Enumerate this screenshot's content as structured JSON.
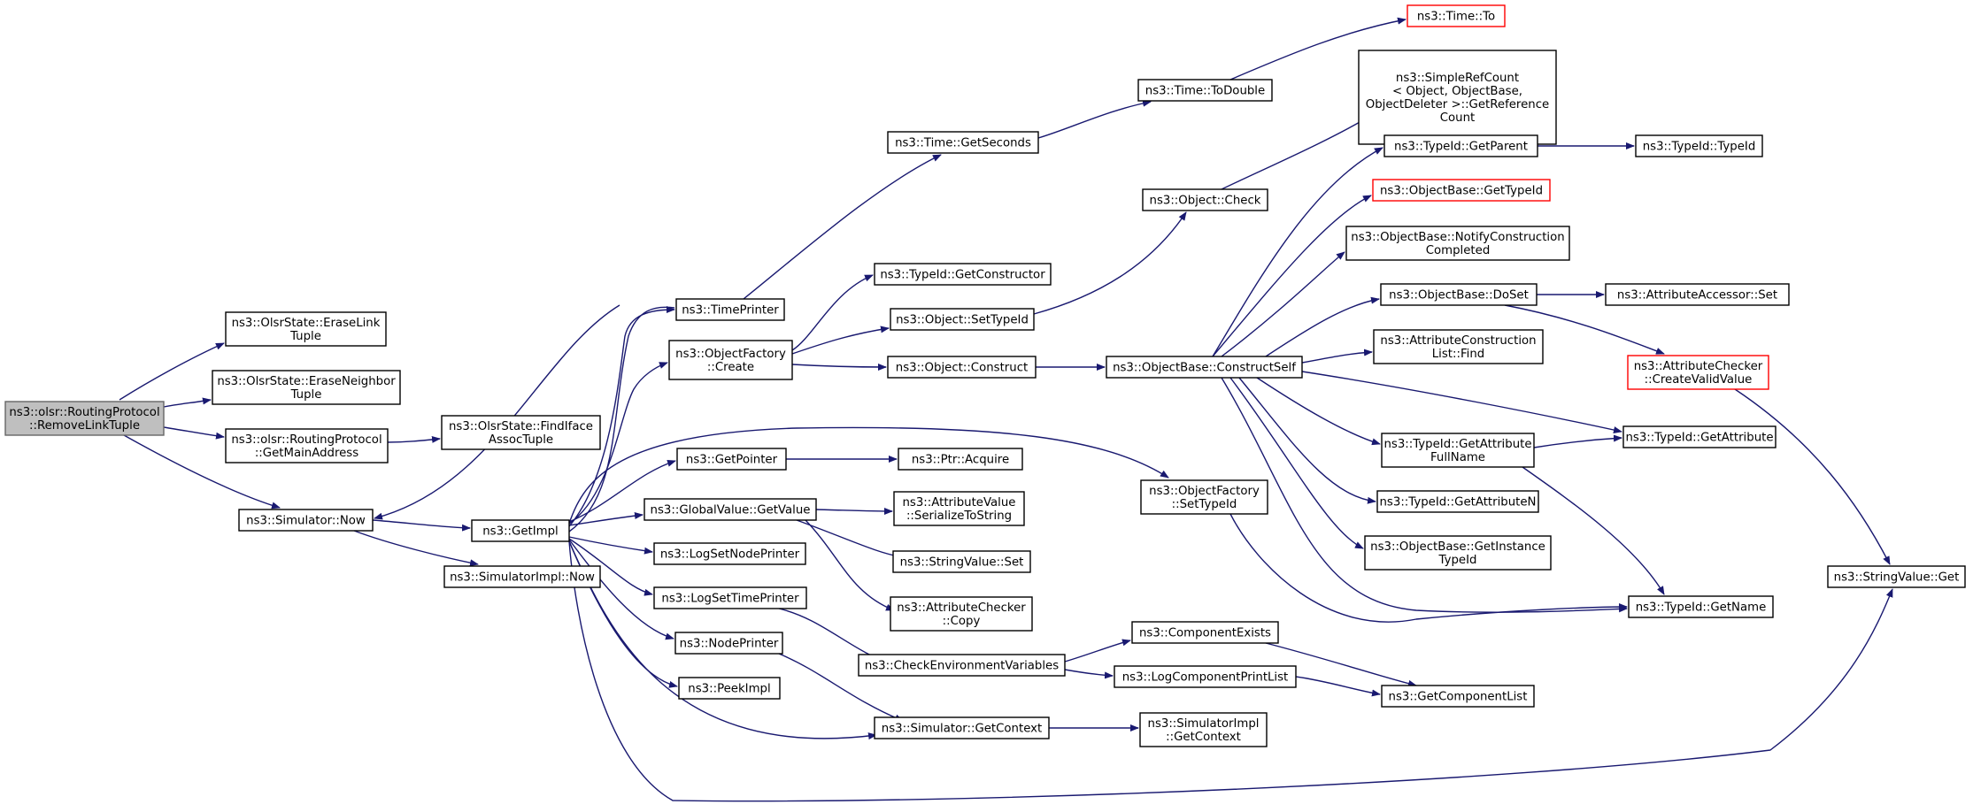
{
  "colors": {
    "edge": "#191970",
    "node_border": "#000000",
    "root_fill": "#bfbfbf",
    "root_border": "#666666",
    "missing_border": "#ff0000",
    "background": "#ffffff"
  },
  "nodes": [
    {
      "id": "root",
      "lines": [
        "ns3::olsr::RoutingProtocol",
        "::RemoveLinkTuple"
      ],
      "style": "root"
    },
    {
      "id": "eraseLinkTuple",
      "lines": [
        "ns3::OlsrState::EraseLink",
        "Tuple"
      ]
    },
    {
      "id": "eraseNeighborTuple",
      "lines": [
        "ns3::OlsrState::EraseNeighbor",
        "Tuple"
      ]
    },
    {
      "id": "getMainAddress",
      "lines": [
        "ns3::olsr::RoutingProtocol",
        "::GetMainAddress"
      ]
    },
    {
      "id": "findIfaceAssocTuple",
      "lines": [
        "ns3::OlsrState::FindIface",
        "AssocTuple"
      ]
    },
    {
      "id": "simulatorNow",
      "lines": [
        "ns3::Simulator::Now"
      ]
    },
    {
      "id": "getImpl",
      "lines": [
        "ns3::GetImpl"
      ]
    },
    {
      "id": "simulatorImplNow",
      "lines": [
        "ns3::SimulatorImpl::Now"
      ]
    },
    {
      "id": "timePrinter",
      "lines": [
        "ns3::TimePrinter"
      ]
    },
    {
      "id": "objectFactoryCreate",
      "lines": [
        "ns3::ObjectFactory",
        "::Create"
      ]
    },
    {
      "id": "getPointer",
      "lines": [
        "ns3::GetPointer"
      ]
    },
    {
      "id": "globalValueGetValue",
      "lines": [
        "ns3::GlobalValue::GetValue"
      ]
    },
    {
      "id": "logSetNodePrinter",
      "lines": [
        "ns3::LogSetNodePrinter"
      ]
    },
    {
      "id": "logSetTimePrinter",
      "lines": [
        "ns3::LogSetTimePrinter"
      ]
    },
    {
      "id": "nodePrinter",
      "lines": [
        "ns3::NodePrinter"
      ]
    },
    {
      "id": "peekImpl",
      "lines": [
        "ns3::PeekImpl"
      ]
    },
    {
      "id": "timeGetSeconds",
      "lines": [
        "ns3::Time::GetSeconds"
      ]
    },
    {
      "id": "typeIdGetConstructor",
      "lines": [
        "ns3::TypeId::GetConstructor"
      ]
    },
    {
      "id": "objectSetTypeId",
      "lines": [
        "ns3::Object::SetTypeId"
      ]
    },
    {
      "id": "objectConstruct",
      "lines": [
        "ns3::Object::Construct"
      ]
    },
    {
      "id": "ptrAcquire",
      "lines": [
        "ns3::Ptr::Acquire"
      ]
    },
    {
      "id": "attrValueSerialize",
      "lines": [
        "ns3::AttributeValue",
        "::SerializeToString"
      ]
    },
    {
      "id": "stringValueSet",
      "lines": [
        "ns3::StringValue::Set"
      ]
    },
    {
      "id": "attrCheckerCopy",
      "lines": [
        "ns3::AttributeChecker",
        "::Copy"
      ]
    },
    {
      "id": "checkEnvVars",
      "lines": [
        "ns3::CheckEnvironmentVariables"
      ]
    },
    {
      "id": "simulatorGetContext",
      "lines": [
        "ns3::Simulator::GetContext"
      ]
    },
    {
      "id": "timeToDouble",
      "lines": [
        "ns3::Time::ToDouble"
      ]
    },
    {
      "id": "timeTo",
      "lines": [
        "ns3::Time::To"
      ],
      "style": "missing"
    },
    {
      "id": "objectCheck",
      "lines": [
        "ns3::Object::Check"
      ]
    },
    {
      "id": "simpleRefCount",
      "lines": [
        "ns3::SimpleRefCount",
        "< Object, ObjectBase,",
        "ObjectDeleter >::GetReference",
        "Count"
      ]
    },
    {
      "id": "objectBaseConstructSelf",
      "lines": [
        "ns3::ObjectBase::ConstructSelf"
      ]
    },
    {
      "id": "objectFactorySetTypeId",
      "lines": [
        "ns3::ObjectFactory",
        "::SetTypeId"
      ]
    },
    {
      "id": "componentExists",
      "lines": [
        "ns3::ComponentExists"
      ]
    },
    {
      "id": "logComponentPrintList",
      "lines": [
        "ns3::LogComponentPrintList"
      ]
    },
    {
      "id": "simulatorImplGetContext",
      "lines": [
        "ns3::SimulatorImpl",
        "::GetContext"
      ]
    },
    {
      "id": "typeIdGetParent",
      "lines": [
        "ns3::TypeId::GetParent"
      ]
    },
    {
      "id": "objectBaseGetTypeId",
      "lines": [
        "ns3::ObjectBase::GetTypeId"
      ],
      "style": "missing"
    },
    {
      "id": "notifyConstructionCompleted",
      "lines": [
        "ns3::ObjectBase::NotifyConstruction",
        "Completed"
      ]
    },
    {
      "id": "objectBaseDoSet",
      "lines": [
        "ns3::ObjectBase::DoSet"
      ]
    },
    {
      "id": "attrConstructionListFind",
      "lines": [
        "ns3::AttributeConstruction",
        "List::Find"
      ]
    },
    {
      "id": "typeIdGetAttributeFullName",
      "lines": [
        "ns3::TypeId::GetAttribute",
        "FullName"
      ]
    },
    {
      "id": "typeIdGetAttributeN",
      "lines": [
        "ns3::TypeId::GetAttributeN"
      ]
    },
    {
      "id": "objectBaseGetInstanceTypeId",
      "lines": [
        "ns3::ObjectBase::GetInstance",
        "TypeId"
      ]
    },
    {
      "id": "getComponentList",
      "lines": [
        "ns3::GetComponentList"
      ]
    },
    {
      "id": "typeIdTypeId",
      "lines": [
        "ns3::TypeId::TypeId"
      ]
    },
    {
      "id": "attrAccessorSet",
      "lines": [
        "ns3::AttributeAccessor::Set"
      ]
    },
    {
      "id": "attrCheckerCreateValidValue",
      "lines": [
        "ns3::AttributeChecker",
        "::CreateValidValue"
      ],
      "style": "missing"
    },
    {
      "id": "typeIdGetAttribute",
      "lines": [
        "ns3::TypeId::GetAttribute"
      ]
    },
    {
      "id": "typeIdGetName",
      "lines": [
        "ns3::TypeId::GetName"
      ]
    },
    {
      "id": "stringValueGet",
      "lines": [
        "ns3::StringValue::Get"
      ]
    }
  ]
}
